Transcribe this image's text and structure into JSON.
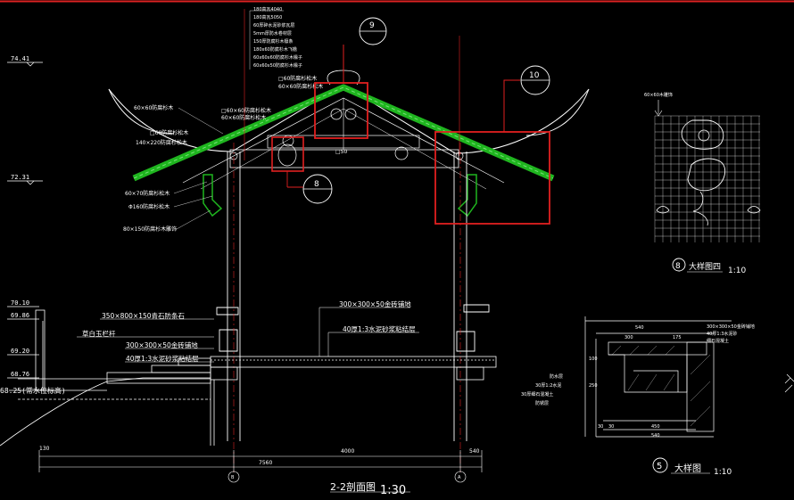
{
  "level_marks": [
    "74.41",
    "72.31",
    "70.10",
    "69.86",
    "69.20",
    "68.76",
    "68.25(常水位标高)"
  ],
  "roof_notes": [
    "180高瓦4040",
    "180高瓦5050",
    "60厚碎水泥砂浆瓦层",
    "5mm厚防水卷材层",
    "150厚防腐杉木檩条",
    "180x60防腐杉木飞檐",
    "60x60x60防腐杉木椽子",
    "60x60x50防腐杉木椽子"
  ],
  "left_notes": [
    "60×60防腐杉木",
    "□60×60防腐杉松木",
    "60×60防腐杉松木",
    "□60防腐杉松木",
    "140×220防腐杉松木",
    "60×70防腐杉松木",
    "Φ160防腐杉松木",
    "80×150防腐杉木雕饰"
  ],
  "ridge_notes": [
    "□60防腐杉松木",
    "60×60防腐杉松木"
  ],
  "beam_note": "□50",
  "callouts": [
    "9",
    "10",
    "8"
  ],
  "floor_notes": [
    "350×800×150青石防条石",
    "草白玉栏杆",
    "300×300×50金砖铺地",
    "40厚1:3水泥砂浆粘结层"
  ],
  "interior_notes": [
    "300×300×50金砖铺地",
    "40厚1:3水泥砂浆粘结层"
  ],
  "dims": {
    "d130": "130",
    "d4000": "4000",
    "d540": "540",
    "d7560": "7560"
  },
  "axes": [
    "B",
    "A"
  ],
  "main_title": "2-2剖面图",
  "main_scale": "1:30",
  "detail4": {
    "note": "60×60木雕饰",
    "number": "8",
    "title": "大样图四",
    "scale": "1:10"
  },
  "detail5": {
    "top_dims": [
      "540",
      "300",
      "175"
    ],
    "notes": [
      "300×300×50金砖铺地",
      "40厚1:3水泥砂",
      "细石混凝土"
    ],
    "left_notes": [
      "防水层",
      "30厚1:2水泥",
      "30厚细石混凝土",
      "防锈层"
    ],
    "vdims": [
      "100",
      "250"
    ],
    "bottom_dims": [
      "30",
      "30",
      "450",
      "540"
    ],
    "number": "5",
    "title": "大样图",
    "scale": "1:10"
  }
}
